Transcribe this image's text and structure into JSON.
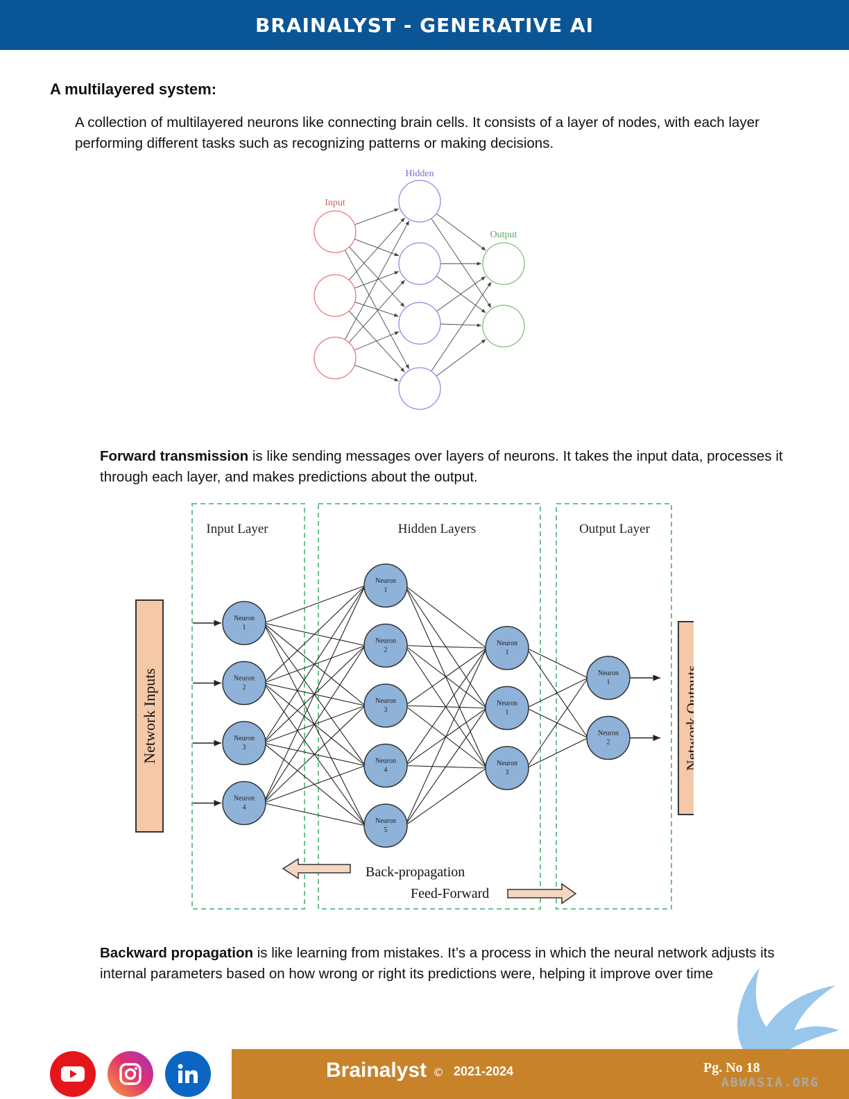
{
  "header": {
    "title": "BRAINALYST - GENERATIVE AI"
  },
  "section": {
    "title": "A multilayered system:",
    "intro": "A collection of multilayered neurons like connecting brain cells. It consists of a layer of nodes, with each layer performing different tasks such as recognizing patterns or making decisions."
  },
  "figure1": {
    "input_label": "Input",
    "hidden_label": "Hidden",
    "output_label": "Output",
    "colors": {
      "input": "#e07a7a",
      "hidden": "#8a8ae6",
      "output": "#7bbf7b",
      "edge": "#444444"
    }
  },
  "forward": {
    "term": "Forward transmission",
    "text": " is like sending messages over layers of neurons. It takes the input data, processes it through each layer, and makes predictions about the output."
  },
  "figure2": {
    "input_layer_label": "Input Layer",
    "hidden_layers_label": "Hidden Layers",
    "output_layer_label": "Output Layer",
    "network_inputs": "Network Inputs",
    "network_outputs": "Network Outputs",
    "backprop_label": "Back-propagation",
    "feedforward_label": "Feed-Forward",
    "neuron_word": "Neuron",
    "input_neurons": [
      "1",
      "2",
      "3",
      "4"
    ],
    "hidden1_neurons": [
      "1",
      "2",
      "3",
      "4",
      "5"
    ],
    "hidden2_neurons": [
      "1",
      "1",
      "3"
    ],
    "output_neurons": [
      "1",
      "2"
    ],
    "colors": {
      "neuron": "#8fb2d9",
      "box": "#6dbf8f",
      "bar": "#f5c8a8"
    }
  },
  "backward": {
    "term": "Backward propagation",
    "text": " is like learning from mistakes. It’s a process in which the neural network adjusts its internal parameters based on how wrong or right its predictions were, helping it improve over time"
  },
  "footer": {
    "brand": "Brainalyst",
    "copyright_symbol": "©",
    "years": "2021-2024",
    "page": "Pg. No 18",
    "social": [
      "youtube-icon",
      "instagram-icon",
      "linkedin-icon"
    ],
    "colors": {
      "footer_bg": "#c8832a",
      "header_bg": "#0a5596"
    }
  },
  "watermark": {
    "text": "ABWASIA.ORG"
  }
}
